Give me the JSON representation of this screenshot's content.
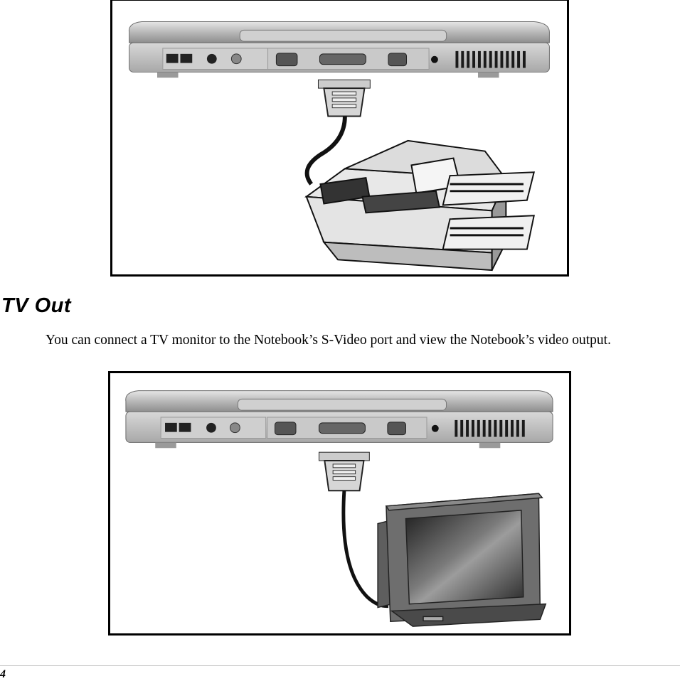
{
  "figures": [
    {
      "id": "fig1",
      "description": "Notebook rear panel connected by parallel cable to a fax machine",
      "device": "fax-machine"
    },
    {
      "id": "fig2",
      "description": "Notebook rear panel connected by cable to a TV monitor",
      "device": "tv-monitor"
    }
  ],
  "section": {
    "heading": "TV Out",
    "body": "You can connect a TV monitor to the Notebook’s S-Video port and view the Notebook’s video output."
  },
  "footer": {
    "page_number": "4"
  },
  "colors": {
    "frame": "#000000",
    "rule": "#c4c4c4",
    "laptop_body": "#bdbdbd",
    "laptop_dark": "#7a7a7a"
  }
}
